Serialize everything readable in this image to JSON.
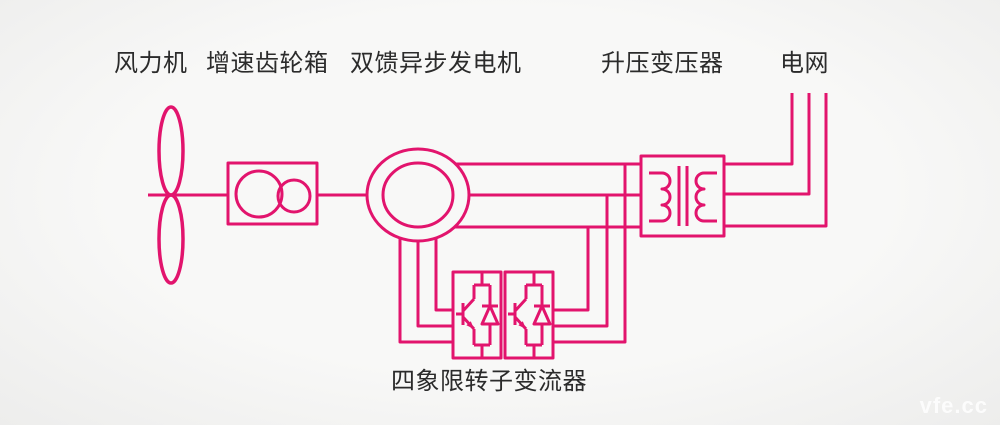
{
  "labels": {
    "wind_turbine": "风力机",
    "gearbox": "增速齿轮箱",
    "generator": "双馈异步发电机",
    "transformer": "升压变压器",
    "grid": "电网",
    "converter": "四象限转子变流器"
  },
  "watermark": "vfe.cc",
  "colors": {
    "diagram_line": "#E2146D",
    "label_text": "#2B2B2B",
    "background_light": "#F8F8F7",
    "background_dark": "#EDEDEC",
    "watermark_text": "#FDFDFD"
  },
  "components": [
    {
      "name": "wind-turbine-blades",
      "type": "rotor-blades-symbol"
    },
    {
      "name": "speed-increasing-gearbox",
      "type": "gearbox-symbol"
    },
    {
      "name": "doubly-fed-induction-generator",
      "type": "generator-symbol"
    },
    {
      "name": "four-quadrant-rotor-converter",
      "type": "two-igbt-modules"
    },
    {
      "name": "step-up-transformer",
      "type": "two-winding-transformer-symbol"
    },
    {
      "name": "power-grid",
      "type": "three-phase-lines"
    }
  ]
}
